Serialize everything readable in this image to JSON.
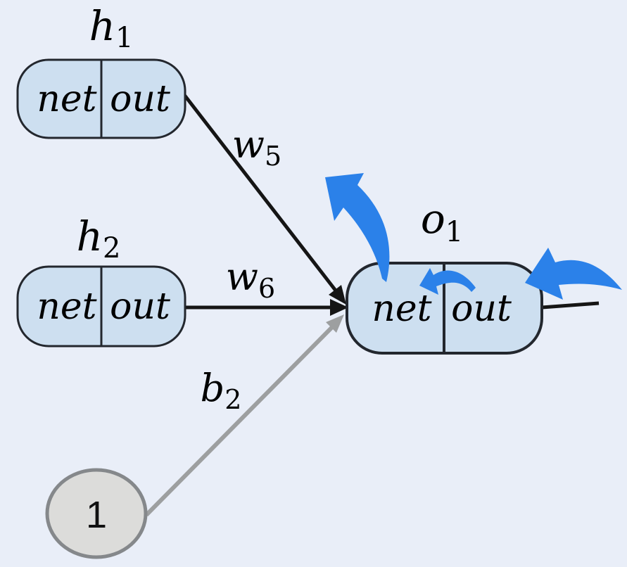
{
  "colors": {
    "background": "#e9eef8",
    "node_fill": "#cddff0",
    "node_border": "#23272e",
    "bias_fill": "#dcdcda",
    "bias_border": "#85888b",
    "edge_black": "#151515",
    "edge_gray": "#9d9fa0",
    "arrow_blue": "#2b81e9",
    "text": "#000000"
  },
  "nodes": {
    "h1": {
      "label": "h",
      "sub": "1",
      "net": "net",
      "out": "out"
    },
    "h2": {
      "label": "h",
      "sub": "2",
      "net": "net",
      "out": "out"
    },
    "o1": {
      "label": "o",
      "sub": "1",
      "net": "net",
      "out": "out"
    },
    "bias": {
      "label": "1"
    }
  },
  "edges": {
    "w5": {
      "label": "w",
      "sub": "5"
    },
    "w6": {
      "label": "w",
      "sub": "6"
    },
    "b2": {
      "label": "b",
      "sub": "2"
    }
  },
  "icons": {
    "backprop_arrow_top": "curved-block-arrow-up-left",
    "backprop_arrow_right": "curved-block-arrow-into-node",
    "backprop_arrow_inner": "small-curved-arrow-out-to-net"
  }
}
